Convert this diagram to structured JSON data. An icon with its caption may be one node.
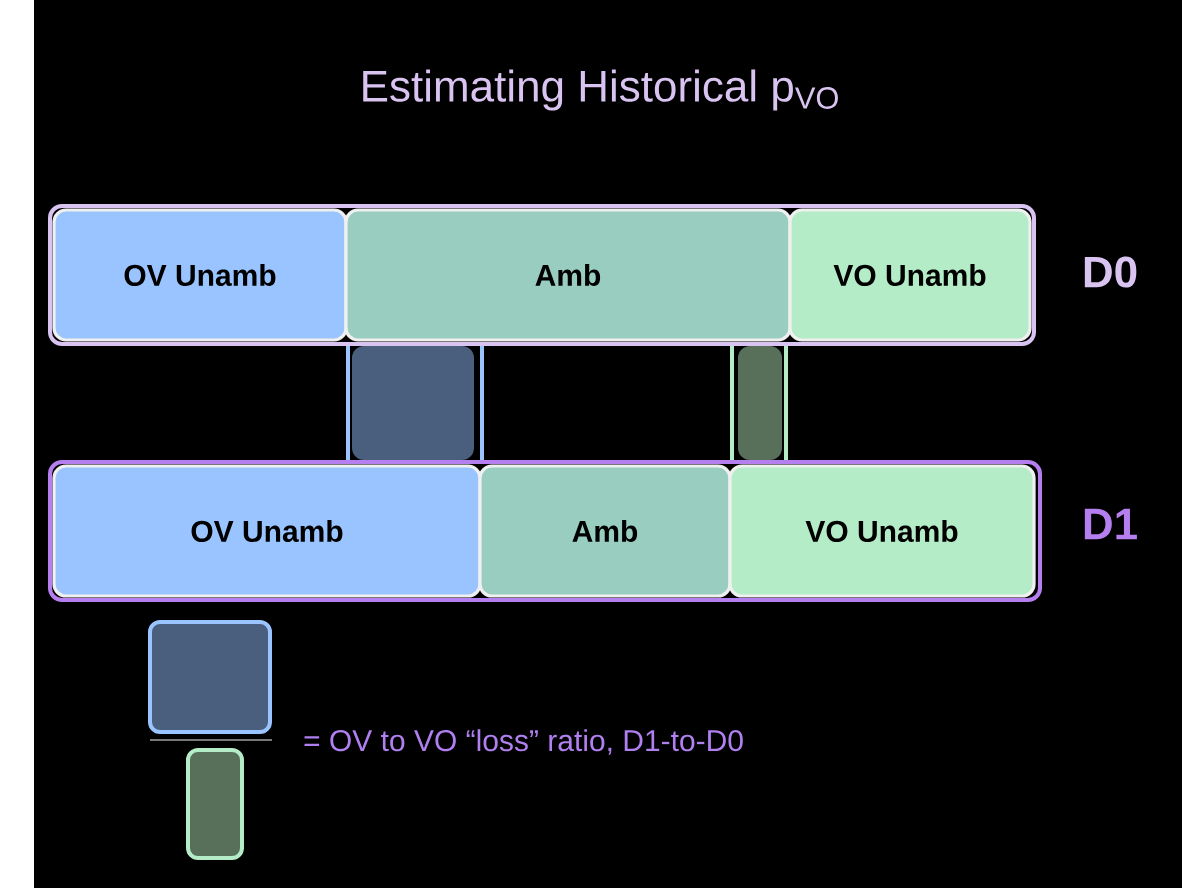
{
  "diagram": {
    "title": "Estimating Historical p$_{VO}$",
    "nodes": [
      {
        "text": [],
        "shape": "bar",
        "beside": [
          "D0"
        ]
      },
      {
        "text": [
          "OV Unamb"
        ],
        "in": 0
      },
      {
        "text": [
          "Amb"
        ],
        "in": 0
      },
      {
        "text": [
          "VO Unamb"
        ],
        "in": 0
      },
      {
        "text": [],
        "shape": "bar",
        "beside": [
          "D1"
        ]
      },
      {
        "text": [
          "OV Unamb"
        ],
        "in": 4
      },
      {
        "text": [
          "Amb"
        ],
        "in": 4
      },
      {
        "text": [
          "VO Unamb"
        ],
        "in": 4
      },
      {
        "text": [],
        "shape": "box"
      },
      {
        "text": [],
        "shape": "box"
      },
      {
        "text": [],
        "shape": "box"
      },
      {
        "text": [],
        "shape": "box"
      }
    ],
    "labels": [
      "= OV to VO “loss” ratio, D1-to-D0"
    ]
  }
}
